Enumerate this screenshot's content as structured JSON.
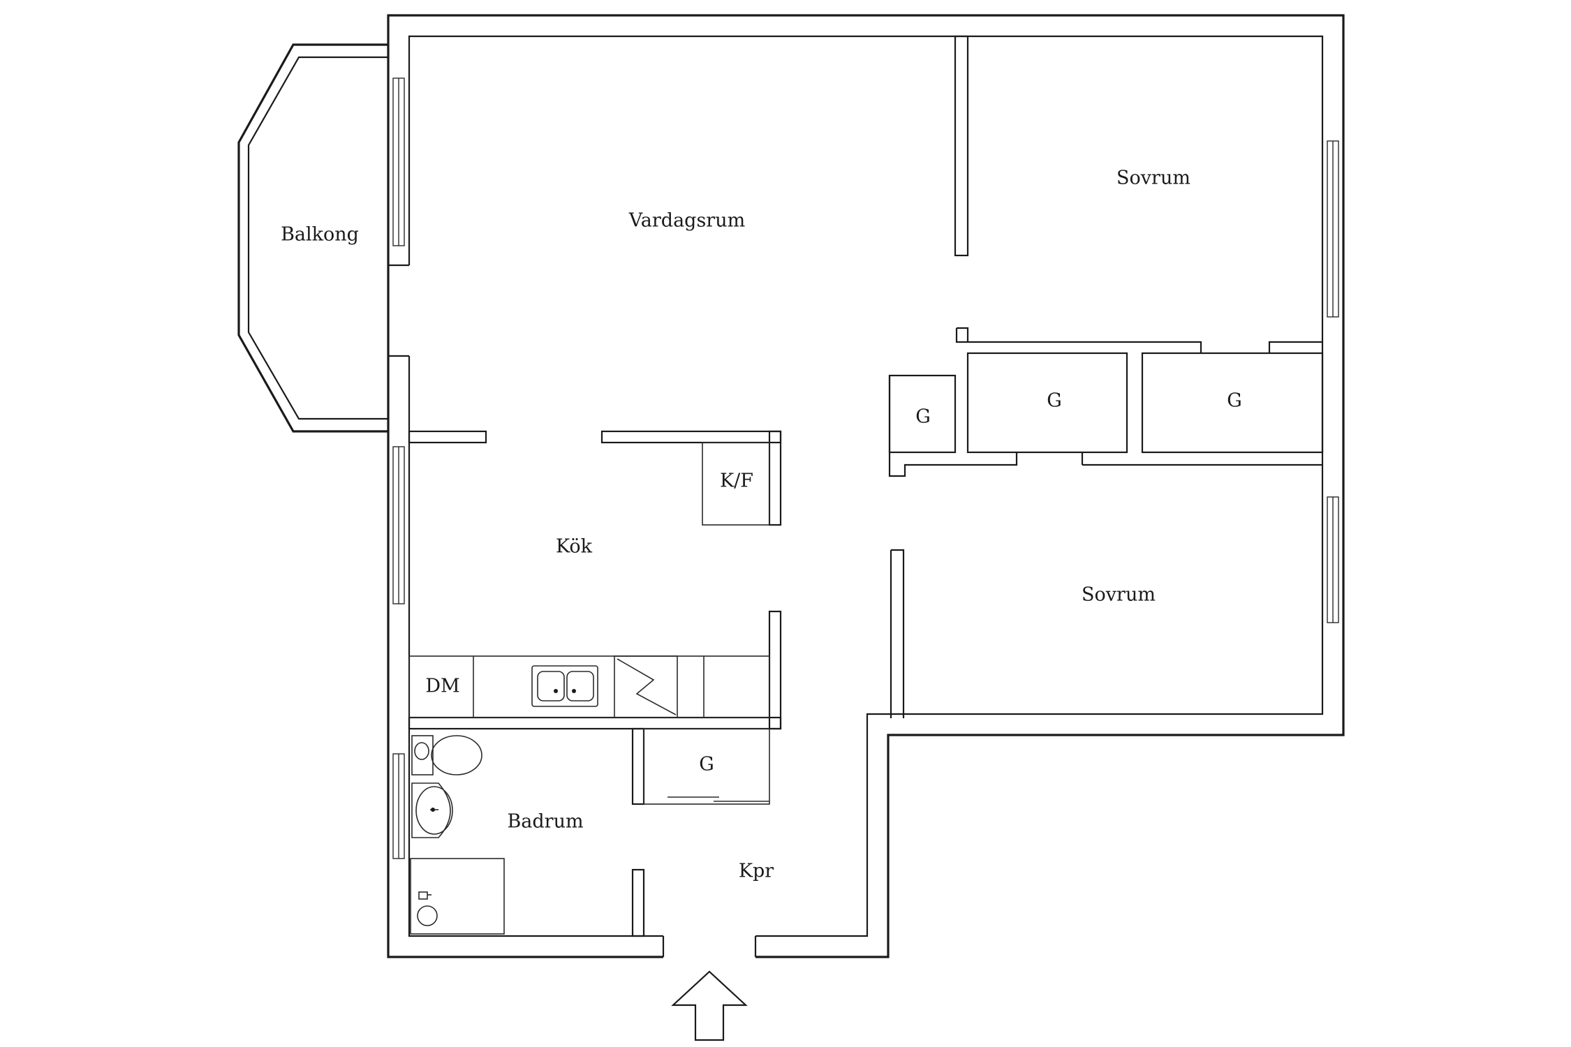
{
  "rooms": {
    "balkong": "Balkong",
    "vardagsrum": "Vardagsrum",
    "sovrum_top": "Sovrum",
    "sovrum_bottom": "Sovrum",
    "kok": "Kök",
    "kf": "K/F",
    "dm": "DM",
    "badrum": "Badrum",
    "kpr": "Kpr",
    "g_small": "G",
    "g_mid": "G",
    "g_right": "G",
    "g_hall": "G"
  },
  "icons": {
    "entrance": "entrance-arrow-icon",
    "sink": "sink-icon",
    "stove": "stove-icon",
    "toilet": "toilet-icon",
    "washbasin": "washbasin-icon",
    "shower": "shower-icon"
  }
}
